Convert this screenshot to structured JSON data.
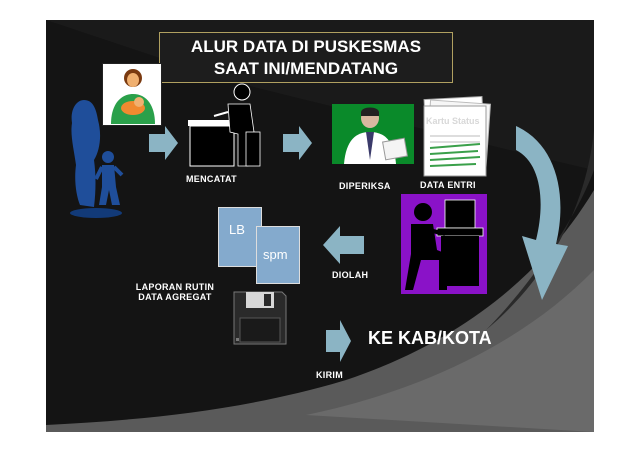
{
  "title": {
    "line1": "ALUR DATA DI PUSKESMAS",
    "line2": "SAAT INI/MENDATANG"
  },
  "labels": {
    "mencatat": "MENCATAT",
    "diperiksa": "DIPERIKSA",
    "data_entri": "DATA ENTRI",
    "diolah": "DIOLAH",
    "laporan_line1": "LAPORAN RUTIN",
    "laporan_line2": "DATA AGREGAT",
    "kirim": "KIRIM",
    "ke_kab_kota": "KE KAB/KOTA"
  },
  "documents": {
    "kartu_status": "Kartu Status",
    "lb": "LB",
    "spm": "spm"
  },
  "colors": {
    "arrow": "#8bb4c4",
    "doc_blue": "#84aacd",
    "green_bg": "#0a8a2a",
    "purple_bg": "#8a12c8",
    "patient_blue": "#1f4e9a"
  },
  "icons": [
    "mother-child-icon",
    "patient-silhouette-icon",
    "clerk-desk-icon",
    "doctor-icon",
    "paper-stack-icon",
    "computer-operator-icon",
    "floppy-disk-icon"
  ]
}
